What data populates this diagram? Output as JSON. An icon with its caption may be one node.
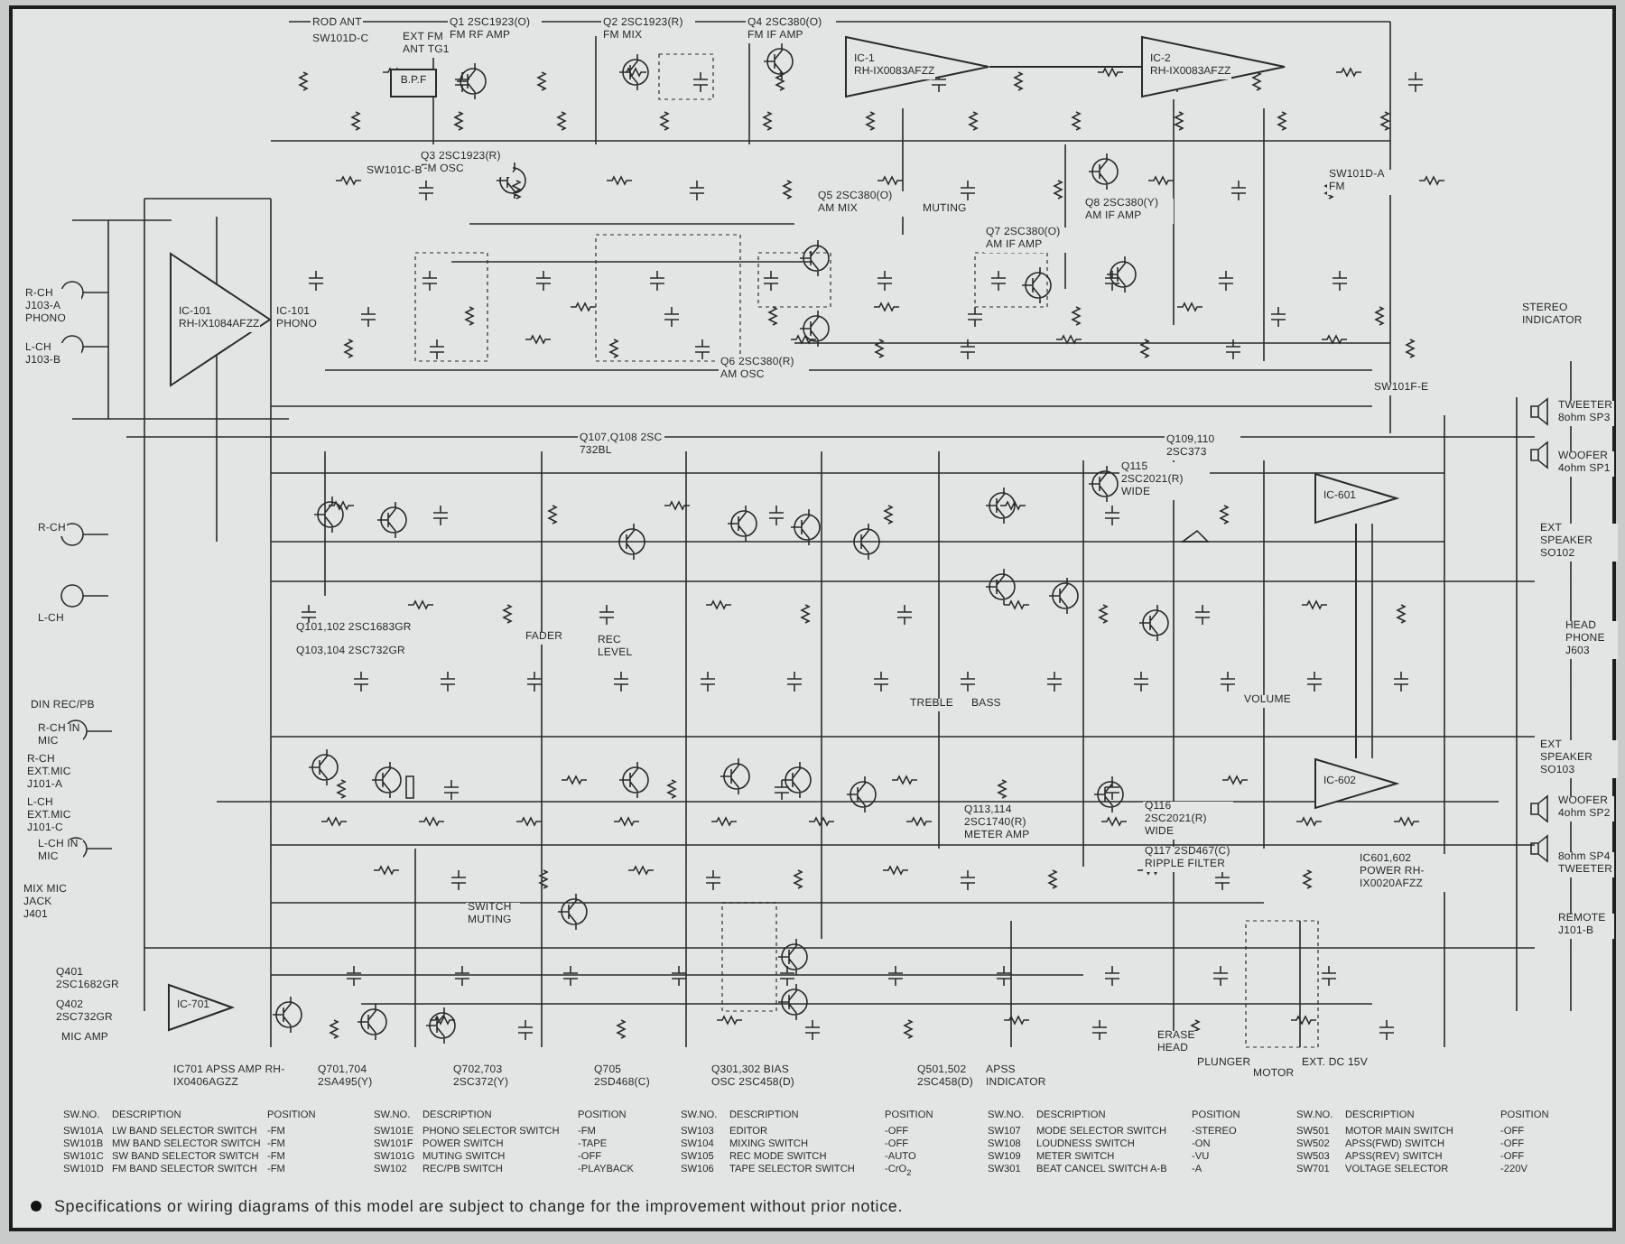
{
  "diagram": {
    "caption": "Specifications or wiring diagrams of this model are subject to change for the improvement without prior notice.",
    "nodes": [
      {
        "text": [
          "B.P.F"
        ]
      },
      {
        "text": [
          "IC-1",
          "RH-IX0083AFZZ"
        ]
      },
      {
        "text": [
          "IC-2",
          "RH-IX0083AFZZ"
        ]
      },
      {
        "text": [
          "IC-101",
          "RH-IX1084AFZZ"
        ]
      },
      {
        "text": [
          "IC-601"
        ]
      },
      {
        "text": [
          "IC-602"
        ]
      },
      {
        "text": [
          "IC-701"
        ]
      }
    ],
    "edges": [
      {
        "from": 1,
        "to": 2,
        "arrow": "none"
      },
      {
        "from": 4,
        "to": 5,
        "arrow": "none"
      }
    ],
    "labels": [
      "ROD ANT",
      "SW101D-C",
      "EXT FM ANT TG1",
      "Q1 2SC1923(O) FM RF AMP",
      "Q2 2SC1923(R) FM MIX",
      "Q4 2SC380(O) FM IF AMP",
      "Q3 2SC1923(R) FM OSC",
      "SW101C-B",
      "R-CH J103-A PHONO",
      "L-CH J103-B",
      "IC-101 PHONO",
      "Q5 2SC380(O) AM MIX",
      "MUTING",
      "Q8 2SC380(Y) AM IF AMP",
      "SW101D-A FM",
      "Q7 2SC380(O) AM IF AMP",
      "Q6 2SC380(R) AM OSC",
      "STEREO INDICATOR",
      "SW101F-E",
      "Q107,Q108 2SC 732BL",
      "Q109,110 2SC373",
      "TWEETER 8ohm SP3",
      "WOOFER 4ohm SP1",
      "EXT SPEAKER SO102",
      "HEAD PHONE J603",
      "EXT SPEAKER SO103",
      "WOOFER 4ohm SP2",
      "8ohm SP4 TWEETER",
      "REMOTE J101-B",
      "R-CH",
      "L-CH",
      "DIN REC/PB",
      "R-CH IN MIC",
      "R-CH EXT.MIC J101-A",
      "L-CH EXT.MIC J101-C",
      "L-CH IN MIC",
      "MIX MIC JACK J401",
      "Q401 2SC1682GR",
      "Q402 2SC732GR",
      "MIC AMP",
      "Q101,102 2SC1683GR",
      "Q103,104 2SC732GR",
      "FADER",
      "REC LEVEL",
      "Q115 2SC2021(R) WIDE",
      "TREBLE",
      "BASS",
      "VOLUME",
      "Q113,114 2SC1740(R) METER AMP",
      "Q116 2SC2021(R) WIDE",
      "Q117 2SD467(C) RIPPLE FILTER",
      "IC601,602 POWER RH-IX0020AFZZ",
      "SWITCH MUTING",
      "IC701 APSS AMP RH-IX0406AGZZ",
      "Q701,704 2SA495(Y)",
      "Q702,703 2SC372(Y)",
      "Q705 2SD468(C)",
      "Q301,302 BIAS OSC 2SC458(D)",
      "Q501,502 2SC458(D)",
      "APSS INDICATOR",
      "ERASE HEAD",
      "PLUNGER",
      "MOTOR",
      "EXT. DC 15V",
      "SW.NO.",
      "DESCRIPTION",
      "POSITION",
      "SW.NO.",
      "DESCRIPTION",
      "POSITION",
      "SW.NO.",
      "DESCRIPTION",
      "POSITION",
      "SW.NO.",
      "DESCRIPTION",
      "POSITION",
      "SW.NO.",
      "DESCRIPTION",
      "POSITION",
      "SW101A",
      "LW BAND SELECTOR SWITCH",
      "-FM",
      "SW101E",
      "PHONO SELECTOR SWITCH",
      "-FM",
      "SW103",
      "EDITOR",
      "-OFF",
      "SW107",
      "MODE SELECTOR SWITCH",
      "-STEREO",
      "SW501",
      "MOTOR MAIN SWITCH",
      "-OFF",
      "SW101B",
      "MW BAND SELECTOR SWITCH",
      "-FM",
      "SW101F",
      "POWER SWITCH",
      "-TAPE",
      "SW104",
      "MIXING SWITCH",
      "-OFF",
      "SW108",
      "LOUDNESS SWITCH",
      "-ON",
      "SW502",
      "APSS(FWD) SWITCH",
      "-OFF",
      "SW101C",
      "SW BAND SELECTOR SWITCH",
      "-FM",
      "SW101G",
      "MUTING SWITCH",
      "-OFF",
      "SW105",
      "REC MODE SWITCH",
      "-AUTO",
      "SW109",
      "METER SWITCH",
      "-VU",
      "SW503",
      "APSS(REV) SWITCH",
      "-OFF",
      "SW101D",
      "FM BAND SELECTOR SWITCH",
      "-FM",
      "SW102",
      "REC/PB SWITCH",
      "-PLAYBACK",
      "SW106",
      "TAPE SELECTOR SWITCH",
      "-CrO$_{2}$",
      "SW301",
      "BEAT CANCEL SWITCH A-B",
      "-A",
      "SW701",
      "VOLTAGE SELECTOR",
      "-220V"
    ]
  }
}
